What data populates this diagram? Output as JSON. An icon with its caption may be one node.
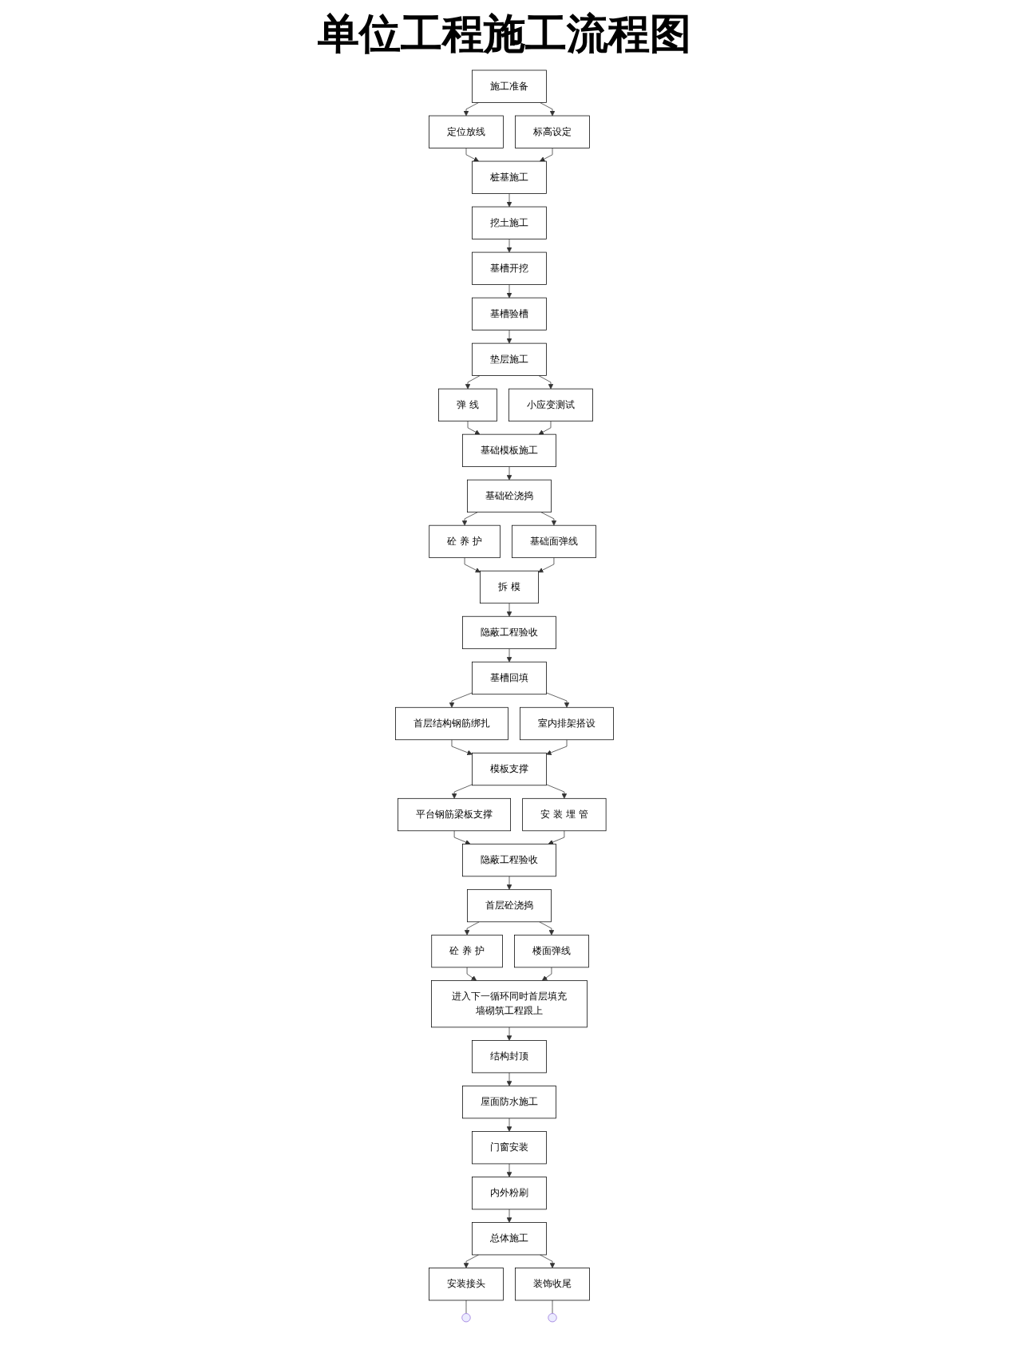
{
  "diagram": {
    "title": "单位工程施工流程图",
    "nodes": [
      {
        "text": [
          "施工准备"
        ]
      },
      {
        "text": [
          "定位放线"
        ]
      },
      {
        "text": [
          "标高设定"
        ]
      },
      {
        "text": [
          "桩基施工"
        ]
      },
      {
        "text": [
          "挖土施工"
        ]
      },
      {
        "text": [
          "基槽开挖"
        ]
      },
      {
        "text": [
          "基槽验槽"
        ]
      },
      {
        "text": [
          "垫层施工"
        ]
      },
      {
        "text": [
          "弹 线"
        ]
      },
      {
        "text": [
          "小应变测试"
        ]
      },
      {
        "text": [
          "基础模板施工"
        ]
      },
      {
        "text": [
          "基础砼浇捣"
        ]
      },
      {
        "text": [
          "砼 养 护"
        ]
      },
      {
        "text": [
          "基础面弹线"
        ]
      },
      {
        "text": [
          "拆 模"
        ]
      },
      {
        "text": [
          "隐蔽工程验收"
        ]
      },
      {
        "text": [
          "基槽回填"
        ]
      },
      {
        "text": [
          "首层结构钢筋绑扎"
        ]
      },
      {
        "text": [
          "室内排架搭设"
        ]
      },
      {
        "text": [
          "模板支撑"
        ]
      },
      {
        "text": [
          "平台钢筋梁板支撑"
        ]
      },
      {
        "text": [
          "安 装 埋 管"
        ]
      },
      {
        "text": [
          "隐蔽工程验收"
        ]
      },
      {
        "text": [
          "首层砼浇捣"
        ]
      },
      {
        "text": [
          "砼 养 护"
        ]
      },
      {
        "text": [
          "楼面弹线"
        ]
      },
      {
        "text": [
          "进入下一循环同时首层填充墙砌筑工程跟上"
        ]
      },
      {
        "text": [
          "结构封顶"
        ]
      },
      {
        "text": [
          "屋面防水施工"
        ]
      },
      {
        "text": [
          "门窗安装"
        ]
      },
      {
        "text": [
          "内外粉刷"
        ]
      },
      {
        "text": [
          "总体施工"
        ]
      },
      {
        "text": [
          "安装接头"
        ]
      },
      {
        "text": [
          "装饰收尾"
        ]
      }
    ],
    "edges": [
      {
        "from": 0,
        "to": 1,
        "arrow": "to"
      },
      {
        "from": 0,
        "to": 2,
        "arrow": "to"
      },
      {
        "from": 1,
        "to": 3,
        "arrow": "to"
      },
      {
        "from": 2,
        "to": 3,
        "arrow": "to"
      },
      {
        "from": 3,
        "to": 4,
        "arrow": "to"
      },
      {
        "from": 4,
        "to": 5,
        "arrow": "to"
      },
      {
        "from": 5,
        "to": 6,
        "arrow": "to"
      },
      {
        "from": 6,
        "to": 7,
        "arrow": "to"
      },
      {
        "from": 7,
        "to": 8,
        "arrow": "to"
      },
      {
        "from": 7,
        "to": 9,
        "arrow": "to"
      },
      {
        "from": 8,
        "to": 10,
        "arrow": "to"
      },
      {
        "from": 9,
        "to": 10,
        "arrow": "to"
      },
      {
        "from": 10,
        "to": 11,
        "arrow": "to"
      },
      {
        "from": 11,
        "to": 12,
        "arrow": "to"
      },
      {
        "from": 11,
        "to": 13,
        "arrow": "to"
      },
      {
        "from": 12,
        "to": 14,
        "arrow": "to"
      },
      {
        "from": 13,
        "to": 14,
        "arrow": "to"
      },
      {
        "from": 14,
        "to": 15,
        "arrow": "to"
      },
      {
        "from": 15,
        "to": 16,
        "arrow": "to"
      },
      {
        "from": 16,
        "to": 17,
        "arrow": "to"
      },
      {
        "from": 16,
        "to": 18,
        "arrow": "to"
      },
      {
        "from": 17,
        "to": 19,
        "arrow": "to"
      },
      {
        "from": 18,
        "to": 19,
        "arrow": "to"
      },
      {
        "from": 19,
        "to": 20,
        "arrow": "to"
      },
      {
        "from": 19,
        "to": 21,
        "arrow": "to"
      },
      {
        "from": 20,
        "to": 22,
        "arrow": "to"
      },
      {
        "from": 21,
        "to": 22,
        "arrow": "to"
      },
      {
        "from": 22,
        "to": 23,
        "arrow": "to"
      },
      {
        "from": 23,
        "to": 24,
        "arrow": "to"
      },
      {
        "from": 23,
        "to": 25,
        "arrow": "to"
      },
      {
        "from": 24,
        "to": 26,
        "arrow": "to"
      },
      {
        "from": 25,
        "to": 26,
        "arrow": "to"
      },
      {
        "from": 26,
        "to": 27,
        "arrow": "to"
      },
      {
        "from": 27,
        "to": 28,
        "arrow": "to"
      },
      {
        "from": 28,
        "to": 29,
        "arrow": "to"
      },
      {
        "from": 29,
        "to": 30,
        "arrow": "to"
      },
      {
        "from": 30,
        "to": 31,
        "arrow": "to"
      },
      {
        "from": 31,
        "to": 32,
        "arrow": "to"
      },
      {
        "from": 31,
        "to": 33,
        "arrow": "to"
      },
      {
        "from": 32,
        "to": null,
        "arrow": "none"
      },
      {
        "from": 33,
        "to": null,
        "arrow": "none"
      }
    ]
  }
}
